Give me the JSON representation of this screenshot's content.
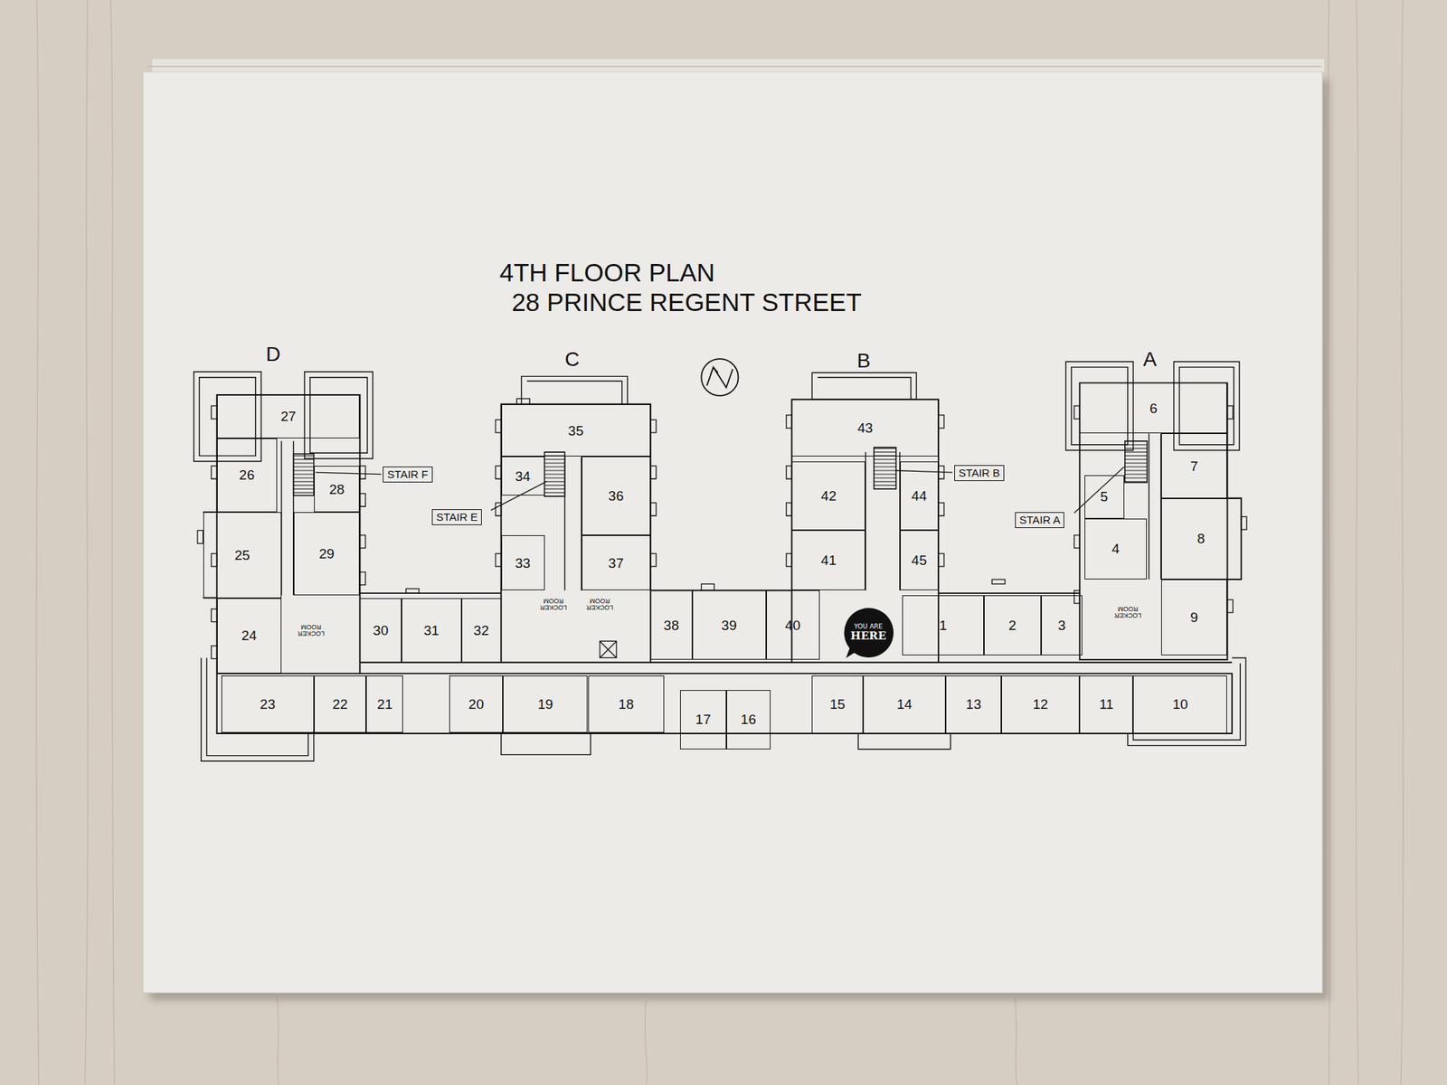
{
  "diagram": {
    "title": "4TH FLOOR PLAN",
    "nodes": [
      {
        "text": [
          "1"
        ]
      },
      {
        "text": [
          "2"
        ]
      },
      {
        "text": [
          "3"
        ]
      },
      {
        "text": [
          "4"
        ]
      },
      {
        "text": [
          "5"
        ]
      },
      {
        "text": [
          "6"
        ]
      },
      {
        "text": [
          "7"
        ]
      },
      {
        "text": [
          "8"
        ]
      },
      {
        "text": [
          "9"
        ]
      },
      {
        "text": [
          "10"
        ]
      },
      {
        "text": [
          "11"
        ]
      },
      {
        "text": [
          "12"
        ]
      },
      {
        "text": [
          "13"
        ]
      },
      {
        "text": [
          "14"
        ]
      },
      {
        "text": [
          "15"
        ]
      },
      {
        "text": [
          "16"
        ]
      },
      {
        "text": [
          "17"
        ]
      },
      {
        "text": [
          "18"
        ]
      },
      {
        "text": [
          "19"
        ]
      },
      {
        "text": [
          "20"
        ]
      },
      {
        "text": [
          "21"
        ]
      },
      {
        "text": [
          "22"
        ]
      },
      {
        "text": [
          "23"
        ]
      },
      {
        "text": [
          "24"
        ]
      },
      {
        "text": [
          "25"
        ]
      },
      {
        "text": [
          "26"
        ]
      },
      {
        "text": [
          "27"
        ]
      },
      {
        "text": [
          "28"
        ]
      },
      {
        "text": [
          "29"
        ]
      },
      {
        "text": [
          "30"
        ]
      },
      {
        "text": [
          "31"
        ]
      },
      {
        "text": [
          "32"
        ]
      },
      {
        "text": [
          "33"
        ]
      },
      {
        "text": [
          "34"
        ]
      },
      {
        "text": [
          "35"
        ]
      },
      {
        "text": [
          "36"
        ]
      },
      {
        "text": [
          "37"
        ]
      },
      {
        "text": [
          "38"
        ]
      },
      {
        "text": [
          "39"
        ]
      },
      {
        "text": [
          "40"
        ]
      },
      {
        "text": [
          "41"
        ]
      },
      {
        "text": [
          "42"
        ]
      },
      {
        "text": [
          "43"
        ]
      },
      {
        "text": [
          "44"
        ]
      },
      {
        "text": [
          "45"
        ]
      },
      {
        "text": [
          "STAIR A"
        ]
      },
      {
        "text": [
          "STAIR B"
        ]
      },
      {
        "text": [
          "STAIR E"
        ]
      },
      {
        "text": [
          "STAIR F"
        ]
      },
      {
        "text": [
          "YOU ARE",
          "HERE"
        ]
      }
    ],
    "labels": [
      "28 PRINCE REGENT STREET",
      "D",
      "C",
      "B",
      "A",
      "LOCKER ROOM",
      "LOCKER ROOM",
      "LOCKER ROOM",
      "LOCKER ROOM"
    ]
  }
}
